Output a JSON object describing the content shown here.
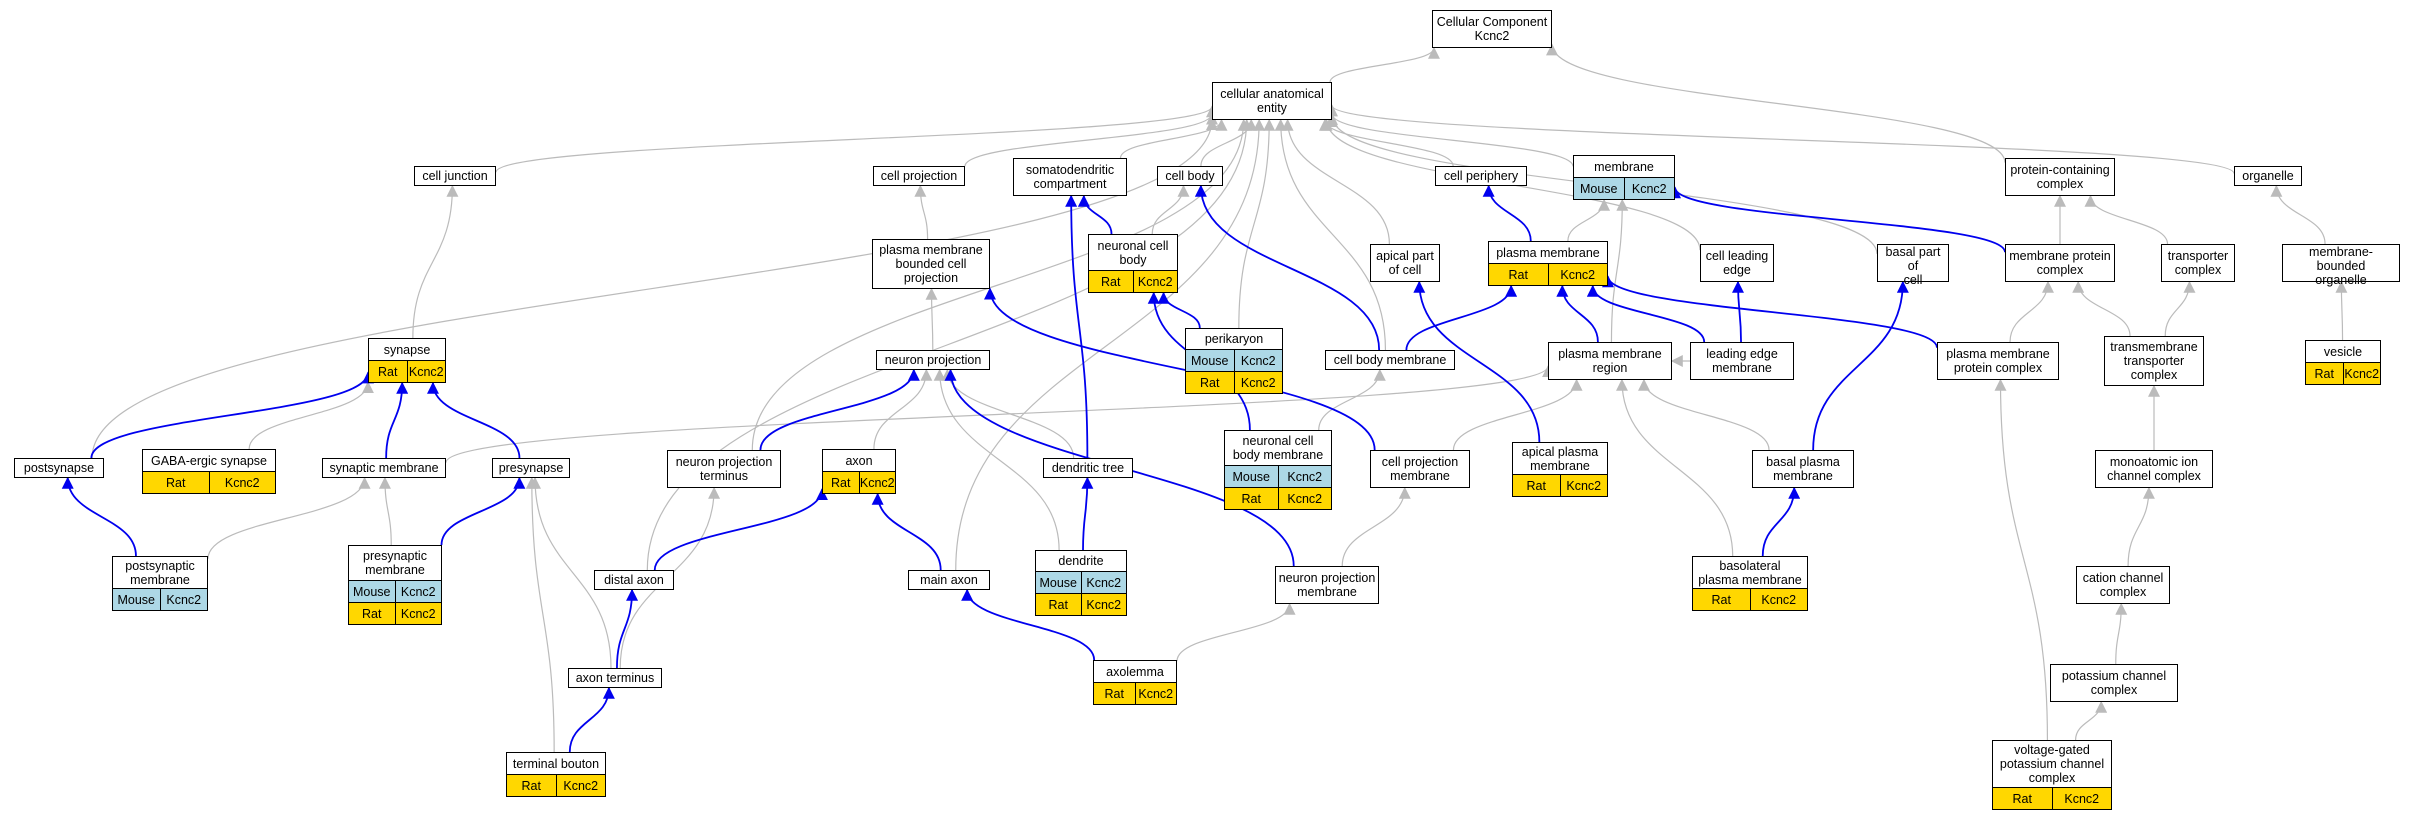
{
  "colors": {
    "rat": "#ffd700",
    "mouse": "#add8e6",
    "edge_is_a": "#bbbbbb",
    "edge_part_of": "#0000ee"
  },
  "nodes": [
    {
      "id": "cc",
      "label": "Cellular Component\nKcnc2",
      "annots": []
    },
    {
      "id": "cae",
      "label": "cellular anatomical\nentity",
      "annots": []
    },
    {
      "id": "cj",
      "label": "cell junction",
      "annots": []
    },
    {
      "id": "cp",
      "label": "cell projection",
      "annots": []
    },
    {
      "id": "sdc",
      "label": "somatodendritic\ncompartment",
      "annots": []
    },
    {
      "id": "cb",
      "label": "cell body",
      "annots": []
    },
    {
      "id": "cper",
      "label": "cell periphery",
      "annots": []
    },
    {
      "id": "mem",
      "label": "membrane",
      "annots": [
        [
          "Mouse",
          "Kcnc2"
        ]
      ]
    },
    {
      "id": "pcc",
      "label": "protein-containing\ncomplex",
      "annots": []
    },
    {
      "id": "org",
      "label": "organelle",
      "annots": []
    },
    {
      "id": "ncb",
      "label": "neuronal cell\nbody",
      "annots": [
        [
          "Rat",
          "Kcnc2"
        ]
      ]
    },
    {
      "id": "pmbcp",
      "label": "plasma membrane\nbounded cell\nprojection",
      "annots": []
    },
    {
      "id": "apc",
      "label": "apical part\nof cell",
      "annots": []
    },
    {
      "id": "pm",
      "label": "plasma membrane",
      "annots": [
        [
          "Rat",
          "Kcnc2"
        ]
      ]
    },
    {
      "id": "cle",
      "label": "cell leading\nedge",
      "annots": []
    },
    {
      "id": "bpc",
      "label": "basal part of\ncell",
      "annots": []
    },
    {
      "id": "mpc",
      "label": "membrane protein\ncomplex",
      "annots": []
    },
    {
      "id": "tc",
      "label": "transporter\ncomplex",
      "annots": []
    },
    {
      "id": "mbo",
      "label": "membrane-bounded\norganelle",
      "annots": []
    },
    {
      "id": "syn",
      "label": "synapse",
      "annots": [
        [
          "Rat",
          "Kcnc2"
        ]
      ]
    },
    {
      "id": "per",
      "label": "perikaryon",
      "annots": [
        [
          "Mouse",
          "Kcnc2"
        ],
        [
          "Rat",
          "Kcnc2"
        ]
      ]
    },
    {
      "id": "np",
      "label": "neuron projection",
      "annots": []
    },
    {
      "id": "cbm",
      "label": "cell body membrane",
      "annots": []
    },
    {
      "id": "pmr",
      "label": "plasma membrane\nregion",
      "annots": []
    },
    {
      "id": "lem",
      "label": "leading edge\nmembrane",
      "annots": []
    },
    {
      "id": "pmpc",
      "label": "plasma membrane\nprotein complex",
      "annots": []
    },
    {
      "id": "tmtc",
      "label": "transmembrane\ntransporter\ncomplex",
      "annots": []
    },
    {
      "id": "ves",
      "label": "vesicle",
      "annots": [
        [
          "Rat",
          "Kcnc2"
        ]
      ]
    },
    {
      "id": "postsyn",
      "label": "postsynapse",
      "annots": []
    },
    {
      "id": "gaba",
      "label": "GABA-ergic synapse",
      "annots": [
        [
          "Rat",
          "Kcnc2"
        ]
      ]
    },
    {
      "id": "synm",
      "label": "synaptic membrane",
      "annots": []
    },
    {
      "id": "presyn",
      "label": "presynapse",
      "annots": []
    },
    {
      "id": "npt",
      "label": "neuron projection\nterminus",
      "annots": []
    },
    {
      "id": "axon",
      "label": "axon",
      "annots": [
        [
          "Rat",
          "Kcnc2"
        ]
      ]
    },
    {
      "id": "dt",
      "label": "dendritic tree",
      "annots": []
    },
    {
      "id": "ncbm",
      "label": "neuronal cell\nbody membrane",
      "annots": [
        [
          "Mouse",
          "Kcnc2"
        ],
        [
          "Rat",
          "Kcnc2"
        ]
      ]
    },
    {
      "id": "cpm",
      "label": "cell projection\nmembrane",
      "annots": []
    },
    {
      "id": "apm",
      "label": "apical plasma\nmembrane",
      "annots": [
        [
          "Rat",
          "Kcnc2"
        ]
      ]
    },
    {
      "id": "bpm",
      "label": "basal plasma\nmembrane",
      "annots": []
    },
    {
      "id": "mic",
      "label": "monoatomic ion\nchannel complex",
      "annots": []
    },
    {
      "id": "postsm",
      "label": "postsynaptic\nmembrane",
      "annots": [
        [
          "Mouse",
          "Kcnc2"
        ]
      ]
    },
    {
      "id": "presm",
      "label": "presynaptic\nmembrane",
      "annots": [
        [
          "Mouse",
          "Kcnc2"
        ],
        [
          "Rat",
          "Kcnc2"
        ]
      ]
    },
    {
      "id": "da",
      "label": "distal axon",
      "annots": []
    },
    {
      "id": "ma",
      "label": "main axon",
      "annots": []
    },
    {
      "id": "den",
      "label": "dendrite",
      "annots": [
        [
          "Mouse",
          "Kcnc2"
        ],
        [
          "Rat",
          "Kcnc2"
        ]
      ]
    },
    {
      "id": "npm",
      "label": "neuron projection\nmembrane",
      "annots": []
    },
    {
      "id": "blpm",
      "label": "basolateral\nplasma membrane",
      "annots": [
        [
          "Rat",
          "Kcnc2"
        ]
      ]
    },
    {
      "id": "ccc",
      "label": "cation channel\ncomplex",
      "annots": []
    },
    {
      "id": "at",
      "label": "axon terminus",
      "annots": []
    },
    {
      "id": "axl",
      "label": "axolemma",
      "annots": [
        [
          "Rat",
          "Kcnc2"
        ]
      ]
    },
    {
      "id": "pcc2",
      "label": "potassium channel\ncomplex",
      "annots": []
    },
    {
      "id": "tb",
      "label": "terminal bouton",
      "annots": [
        [
          "Rat",
          "Kcnc2"
        ]
      ]
    },
    {
      "id": "vgkc",
      "label": "voltage-gated\npotassium channel\ncomplex",
      "annots": [
        [
          "Rat",
          "Kcnc2"
        ]
      ]
    }
  ],
  "edges": [
    {
      "from": "cae",
      "to": "cc",
      "type": "is_a"
    },
    {
      "from": "pcc",
      "to": "cc",
      "type": "is_a"
    },
    {
      "from": "cj",
      "to": "cae",
      "type": "is_a"
    },
    {
      "from": "cp",
      "to": "cae",
      "type": "is_a"
    },
    {
      "from": "sdc",
      "to": "cae",
      "type": "is_a"
    },
    {
      "from": "cb",
      "to": "cae",
      "type": "is_a"
    },
    {
      "from": "cper",
      "to": "cae",
      "type": "is_a"
    },
    {
      "from": "mem",
      "to": "cae",
      "type": "is_a"
    },
    {
      "from": "org",
      "to": "cae",
      "type": "is_a"
    },
    {
      "from": "postsyn",
      "to": "cae",
      "type": "is_a"
    },
    {
      "from": "npt",
      "to": "cae",
      "type": "is_a"
    },
    {
      "from": "da",
      "to": "cae",
      "type": "is_a"
    },
    {
      "from": "ma",
      "to": "cae",
      "type": "is_a"
    },
    {
      "from": "per",
      "to": "cae",
      "type": "is_a"
    },
    {
      "from": "cbm",
      "to": "cae",
      "type": "is_a"
    },
    {
      "from": "cle",
      "to": "cae",
      "type": "is_a"
    },
    {
      "from": "bpc",
      "to": "cae",
      "type": "is_a"
    },
    {
      "from": "apc",
      "to": "cae",
      "type": "is_a"
    },
    {
      "from": "pmbcp",
      "to": "cp",
      "type": "is_a"
    },
    {
      "from": "syn",
      "to": "cj",
      "type": "is_a"
    },
    {
      "from": "ncb",
      "to": "cb",
      "type": "is_a"
    },
    {
      "from": "pm",
      "to": "mem",
      "type": "is_a"
    },
    {
      "from": "mpc",
      "to": "pcc",
      "type": "is_a"
    },
    {
      "from": "tc",
      "to": "pcc",
      "type": "is_a"
    },
    {
      "from": "mbo",
      "to": "org",
      "type": "is_a"
    },
    {
      "from": "ves",
      "to": "mbo",
      "type": "is_a"
    },
    {
      "from": "np",
      "to": "pmbcp",
      "type": "is_a"
    },
    {
      "from": "axon",
      "to": "np",
      "type": "is_a"
    },
    {
      "from": "dt",
      "to": "np",
      "type": "is_a"
    },
    {
      "from": "den",
      "to": "np",
      "type": "is_a"
    },
    {
      "from": "gaba",
      "to": "syn",
      "type": "is_a"
    },
    {
      "from": "synm",
      "to": "pmr",
      "type": "is_a"
    },
    {
      "from": "presm",
      "to": "synm",
      "type": "is_a"
    },
    {
      "from": "postsm",
      "to": "synm",
      "type": "is_a"
    },
    {
      "from": "tb",
      "to": "presyn",
      "type": "is_a"
    },
    {
      "from": "at",
      "to": "presyn",
      "type": "is_a"
    },
    {
      "from": "at",
      "to": "npt",
      "type": "is_a"
    },
    {
      "from": "ncbm",
      "to": "cbm",
      "type": "is_a"
    },
    {
      "from": "cpm",
      "to": "pmr",
      "type": "is_a"
    },
    {
      "from": "npm",
      "to": "cpm",
      "type": "is_a"
    },
    {
      "from": "axl",
      "to": "npm",
      "type": "is_a"
    },
    {
      "from": "pmr",
      "to": "mem",
      "type": "is_a"
    },
    {
      "from": "bpm",
      "to": "pmr",
      "type": "is_a"
    },
    {
      "from": "blpm",
      "to": "pmr",
      "type": "is_a"
    },
    {
      "from": "lem",
      "to": "pmr",
      "type": "is_a"
    },
    {
      "from": "pmpc",
      "to": "mpc",
      "type": "is_a"
    },
    {
      "from": "tmtc",
      "to": "mpc",
      "type": "is_a"
    },
    {
      "from": "tmtc",
      "to": "tc",
      "type": "is_a"
    },
    {
      "from": "mic",
      "to": "tmtc",
      "type": "is_a"
    },
    {
      "from": "ccc",
      "to": "mic",
      "type": "is_a"
    },
    {
      "from": "pcc2",
      "to": "ccc",
      "type": "is_a"
    },
    {
      "from": "vgkc",
      "to": "pcc2",
      "type": "is_a"
    },
    {
      "from": "vgkc",
      "to": "pmpc",
      "type": "is_a"
    },
    {
      "from": "ncb",
      "to": "sdc",
      "type": "part_of"
    },
    {
      "from": "dt",
      "to": "sdc",
      "type": "part_of"
    },
    {
      "from": "pm",
      "to": "cper",
      "type": "part_of"
    },
    {
      "from": "lem",
      "to": "cle",
      "type": "part_of"
    },
    {
      "from": "bpm",
      "to": "bpc",
      "type": "part_of"
    },
    {
      "from": "mpc",
      "to": "mem",
      "type": "part_of"
    },
    {
      "from": "pmpc",
      "to": "pm",
      "type": "part_of"
    },
    {
      "from": "cbm",
      "to": "pm",
      "type": "part_of"
    },
    {
      "from": "lem",
      "to": "pm",
      "type": "part_of"
    },
    {
      "from": "pmr",
      "to": "pm",
      "type": "part_of"
    },
    {
      "from": "apm",
      "to": "apc",
      "type": "part_of"
    },
    {
      "from": "cbm",
      "to": "cb",
      "type": "part_of"
    },
    {
      "from": "per",
      "to": "ncb",
      "type": "part_of"
    },
    {
      "from": "ncbm",
      "to": "ncb",
      "type": "part_of"
    },
    {
      "from": "cpm",
      "to": "pmbcp",
      "type": "part_of"
    },
    {
      "from": "npt",
      "to": "np",
      "type": "part_of"
    },
    {
      "from": "npm",
      "to": "np",
      "type": "part_of"
    },
    {
      "from": "postsyn",
      "to": "syn",
      "type": "part_of"
    },
    {
      "from": "synm",
      "to": "syn",
      "type": "part_of"
    },
    {
      "from": "presyn",
      "to": "syn",
      "type": "part_of"
    },
    {
      "from": "postsm",
      "to": "postsyn",
      "type": "part_of"
    },
    {
      "from": "presm",
      "to": "presyn",
      "type": "part_of"
    },
    {
      "from": "da",
      "to": "axon",
      "type": "part_of"
    },
    {
      "from": "ma",
      "to": "axon",
      "type": "part_of"
    },
    {
      "from": "at",
      "to": "da",
      "type": "part_of"
    },
    {
      "from": "tb",
      "to": "at",
      "type": "part_of"
    },
    {
      "from": "den",
      "to": "dt",
      "type": "part_of"
    },
    {
      "from": "axl",
      "to": "ma",
      "type": "part_of"
    },
    {
      "from": "blpm",
      "to": "bpm",
      "type": "part_of"
    }
  ]
}
